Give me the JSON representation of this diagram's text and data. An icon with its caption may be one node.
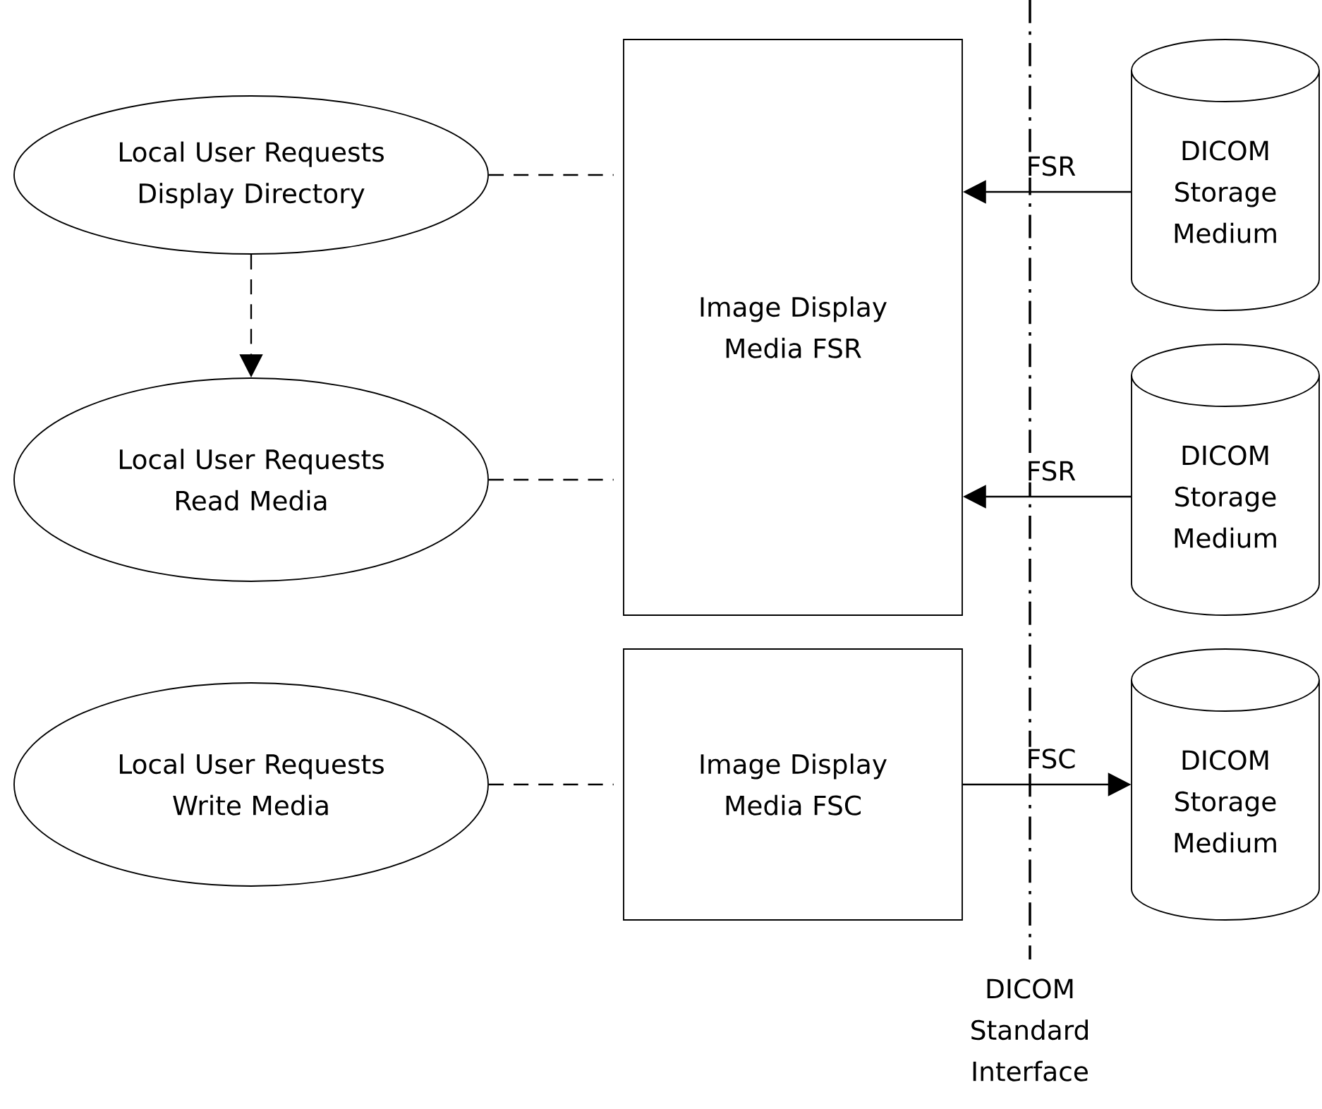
{
  "diagram": {
    "nodes": [
      {
        "text": [
          "Local User Requests Display Directory"
        ]
      },
      {
        "text": [
          "Local User Requests Read Media"
        ]
      },
      {
        "text": [
          "Local User Requests Write Media"
        ]
      },
      {
        "text": [
          "Image Display Media FSR"
        ]
      },
      {
        "text": [
          "Image Display Media FSC"
        ]
      },
      {
        "text": [
          "DICOM Storage Medium"
        ]
      },
      {
        "text": [
          "DICOM Storage Medium"
        ]
      },
      {
        "text": [
          "DICOM Storage Medium"
        ]
      }
    ],
    "edges": [
      {
        "from": 0,
        "to": 3,
        "arrow": "none",
        "style": "dashed"
      },
      {
        "from": 0,
        "to": 1,
        "arrow": "to",
        "style": "dashed"
      },
      {
        "from": 1,
        "to": 3,
        "arrow": "none",
        "style": "dashed"
      },
      {
        "from": 2,
        "to": 4,
        "arrow": "none",
        "style": "dashed"
      },
      {
        "from": 5,
        "to": 3,
        "arrow": "to",
        "label": "FSR"
      },
      {
        "from": 6,
        "to": 3,
        "arrow": "to",
        "label": "FSR"
      },
      {
        "from": 4,
        "to": 7,
        "arrow": "to",
        "label": "FSC"
      }
    ],
    "labels": [
      "DICOM Standard Interface"
    ]
  }
}
